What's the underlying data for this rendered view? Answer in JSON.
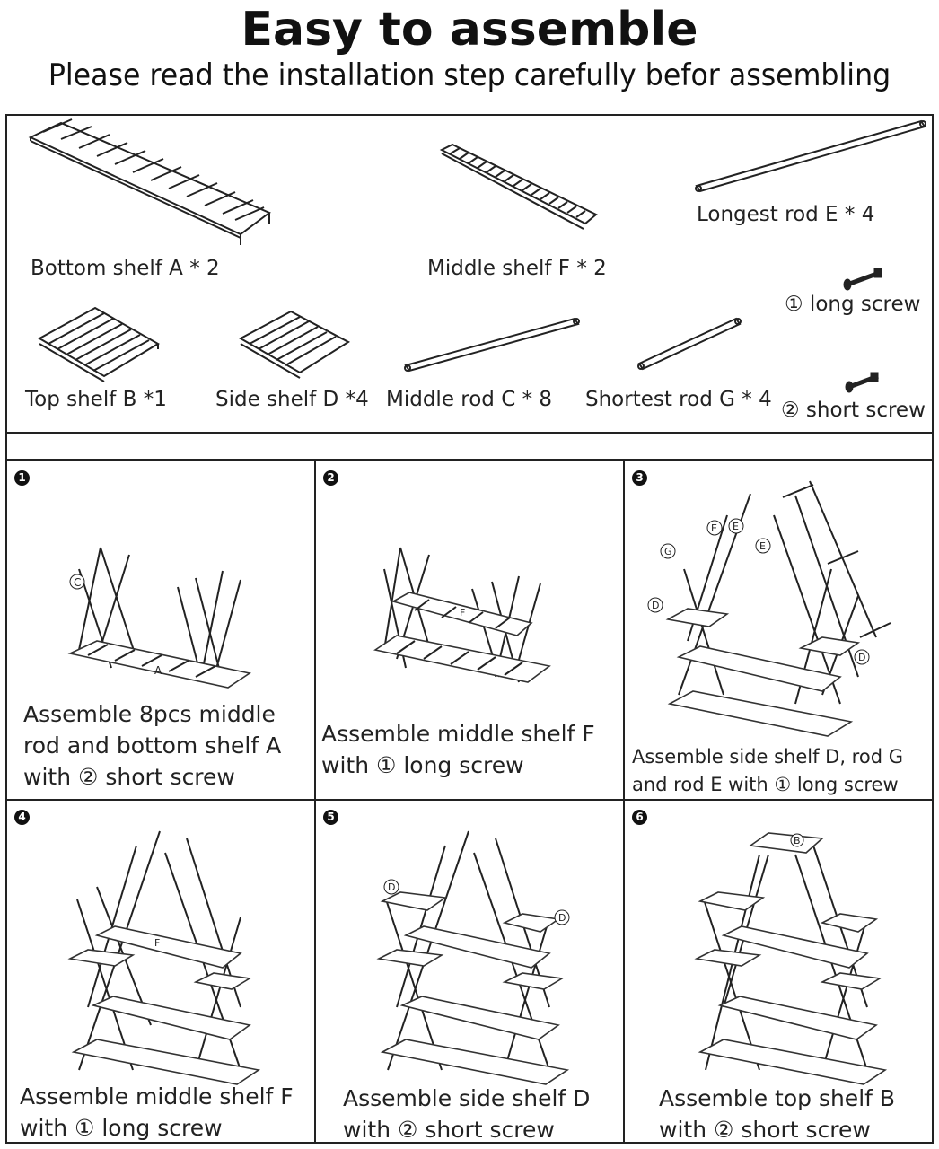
{
  "header": {
    "title": "Easy to assemble",
    "subtitle": "Please read the installation step carefully befor assembling"
  },
  "parts": {
    "bottom_shelf": "Bottom shelf A * 2",
    "middle_shelf": "Middle shelf F * 2",
    "longest_rod": "Longest rod E * 4",
    "long_screw": "① long screw",
    "top_shelf": "Top shelf B *1",
    "side_shelf": "Side shelf D *4",
    "middle_rod": "Middle rod C * 8",
    "shortest_rod": "Shortest rod G * 4",
    "short_screw": "② short screw"
  },
  "steps": [
    {
      "number": "1",
      "lines": [
        "Assemble 8pcs middle",
        "rod and bottom shelf A",
        "with ② short screw"
      ],
      "callouts": [
        "C",
        "A"
      ]
    },
    {
      "number": "2",
      "lines": [
        "Assemble middle shelf F",
        "with ① long screw"
      ],
      "callouts": [
        "F"
      ]
    },
    {
      "number": "3",
      "lines": [
        "Assemble side shelf D, rod G",
        "and rod E with ① long screw"
      ],
      "callouts": [
        "G",
        "E",
        "E",
        "E",
        "D",
        "D"
      ]
    },
    {
      "number": "4",
      "lines": [
        "Assemble middle shelf F",
        "with ① long screw"
      ],
      "callouts": [
        "F"
      ]
    },
    {
      "number": "5",
      "lines": [
        "Assemble side shelf D",
        "with ② short screw"
      ],
      "callouts": [
        "D",
        "D"
      ]
    },
    {
      "number": "6",
      "lines": [
        "Assemble top shelf B",
        "with ② short screw"
      ],
      "callouts": [
        "B"
      ]
    }
  ]
}
